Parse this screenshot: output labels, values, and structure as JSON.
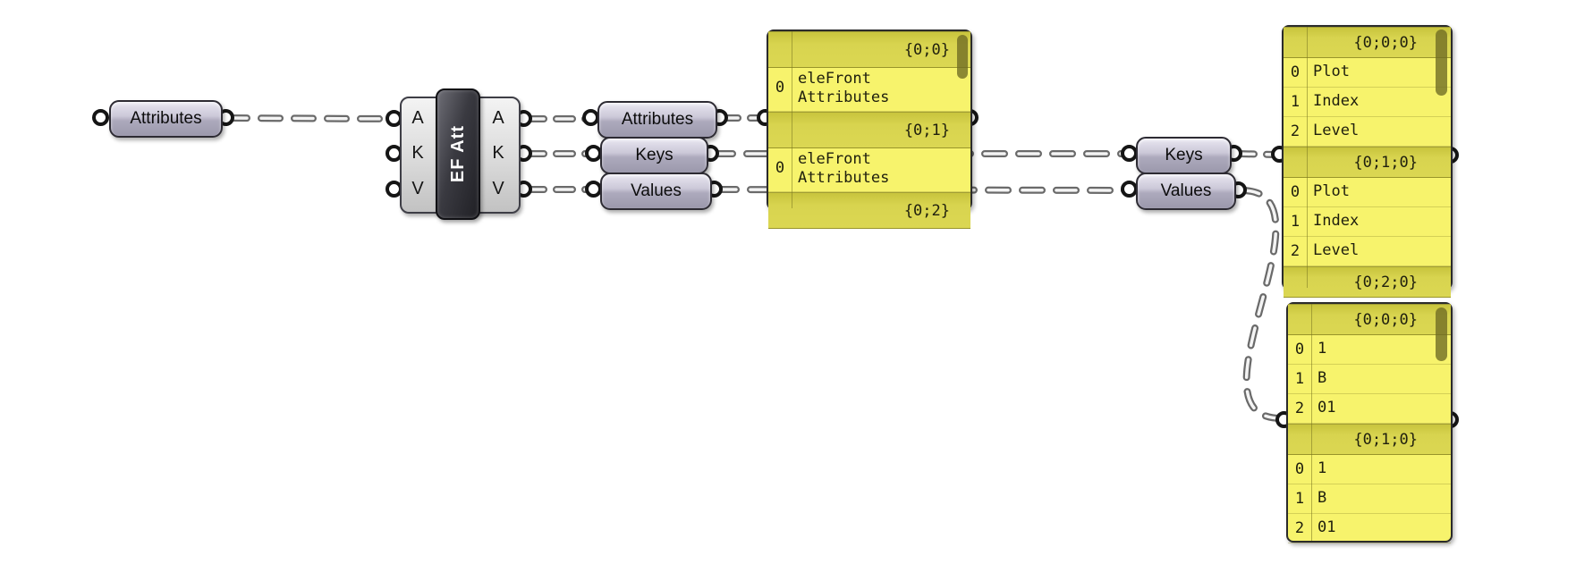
{
  "app": {
    "name": "grasshopper-node-canvas"
  },
  "colors": {
    "canvas_bg": "#FFFFFF",
    "capsule_fill": "#AEABBE",
    "component_fill": "#DCDCDC",
    "component_dark": "#2E2E2E",
    "panel_bg": "#F7F36C",
    "panel_header": "#D8D44F",
    "panel_border": "#2B2B2B",
    "scrollbar": "#6E6A23",
    "wire": "#6E6E6E"
  },
  "params": {
    "source": {
      "label": "Attributes"
    },
    "mid": [
      {
        "label": "Attributes"
      },
      {
        "label": "Keys"
      },
      {
        "label": "Values"
      }
    ],
    "right": [
      {
        "label": "Keys"
      },
      {
        "label": "Values"
      }
    ]
  },
  "component": {
    "label": "EF Att",
    "inputs": [
      "A",
      "K",
      "V"
    ],
    "outputs": [
      "A",
      "K",
      "V"
    ]
  },
  "panels": [
    {
      "sections": [
        {
          "path": "{0;0}",
          "rows": [
            {
              "index": "0",
              "lines": [
                "eleFront",
                "Attributes"
              ]
            }
          ]
        },
        {
          "path": "{0;1}",
          "rows": [
            {
              "index": "0",
              "lines": [
                "eleFront",
                "Attributes"
              ]
            }
          ]
        },
        {
          "path": "{0;2}",
          "rows": []
        }
      ]
    },
    {
      "sections": [
        {
          "path": "{0;0;0}",
          "rows": [
            {
              "index": "0",
              "lines": [
                "Plot"
              ]
            },
            {
              "index": "1",
              "lines": [
                "Index"
              ]
            },
            {
              "index": "2",
              "lines": [
                "Level"
              ]
            }
          ]
        },
        {
          "path": "{0;1;0}",
          "rows": [
            {
              "index": "0",
              "lines": [
                "Plot"
              ]
            },
            {
              "index": "1",
              "lines": [
                "Index"
              ]
            },
            {
              "index": "2",
              "lines": [
                "Level"
              ]
            }
          ]
        },
        {
          "path": "{0;2;0}",
          "rows": []
        }
      ]
    },
    {
      "sections": [
        {
          "path": "{0;0;0}",
          "rows": [
            {
              "index": "0",
              "lines": [
                "1"
              ]
            },
            {
              "index": "1",
              "lines": [
                "B"
              ]
            },
            {
              "index": "2",
              "lines": [
                "01"
              ]
            }
          ]
        },
        {
          "path": "{0;1;0}",
          "rows": [
            {
              "index": "0",
              "lines": [
                "1"
              ]
            },
            {
              "index": "1",
              "lines": [
                "B"
              ]
            },
            {
              "index": "2",
              "lines": [
                "01"
              ]
            }
          ]
        }
      ]
    }
  ]
}
